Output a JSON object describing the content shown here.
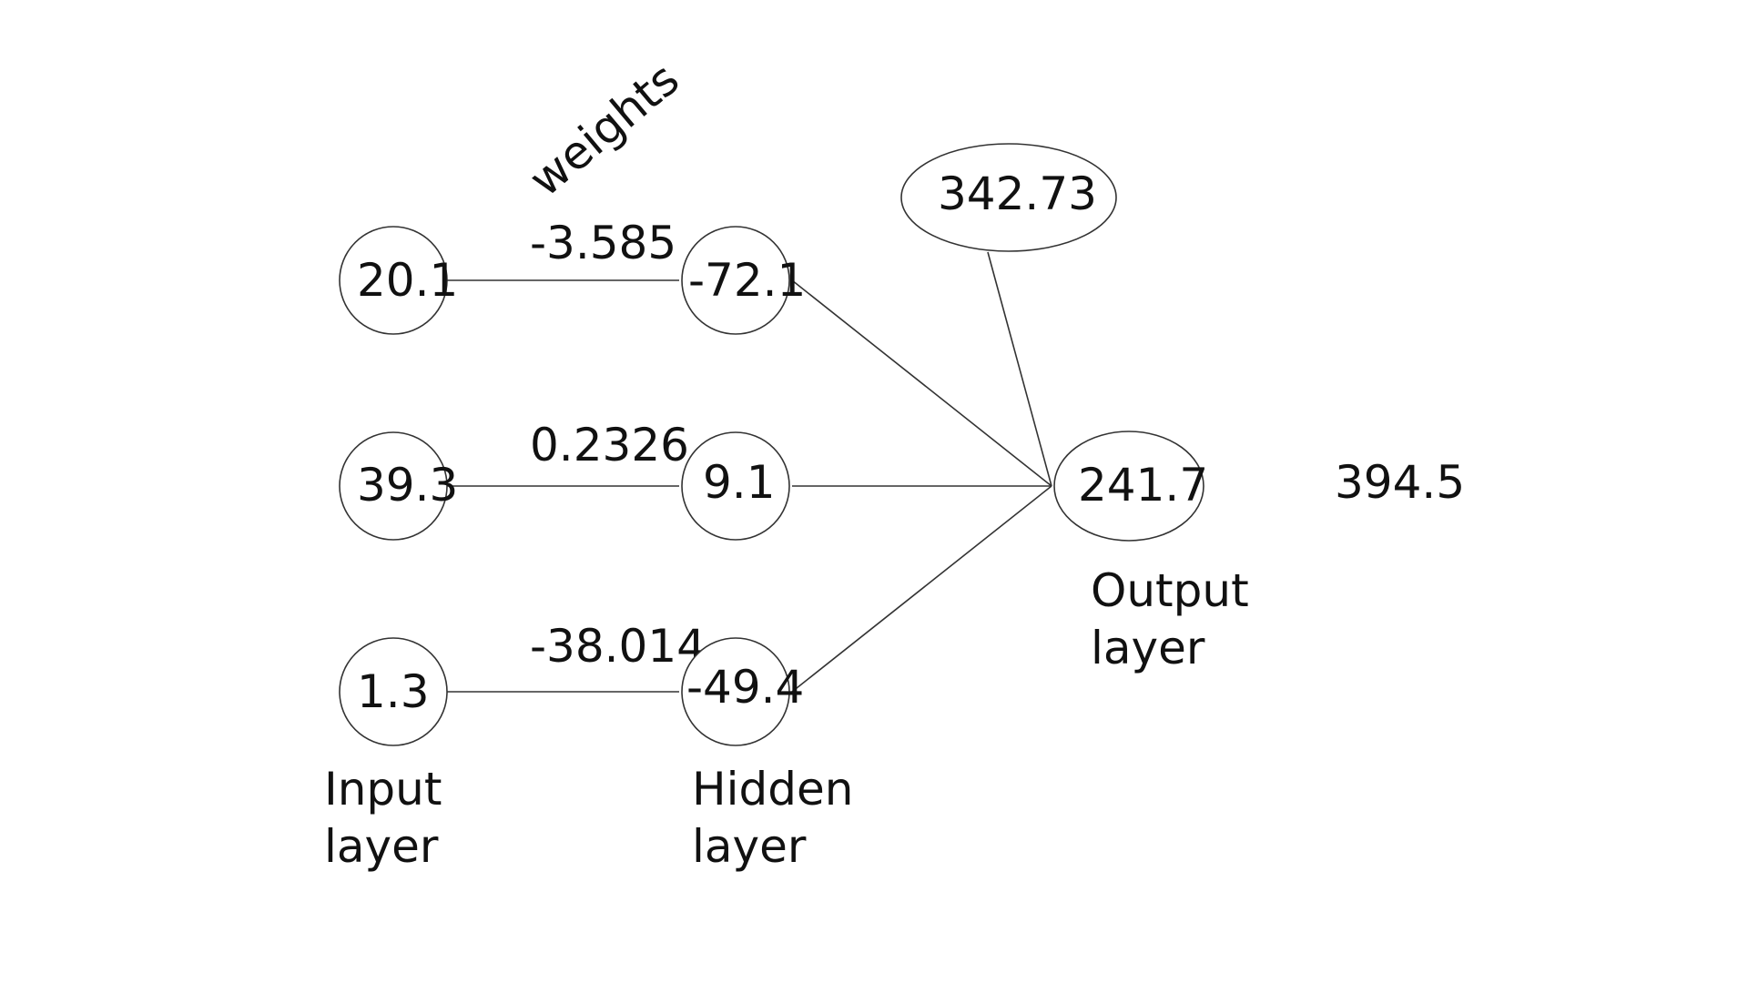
{
  "weights_label": "weights",
  "input_layer": {
    "label_line1": "Input",
    "label_line2": "layer",
    "nodes": [
      "20.1",
      "39.3",
      "1.3"
    ]
  },
  "hidden_layer": {
    "label_line1": "Hidden",
    "label_line2": "layer",
    "nodes": [
      "-72.1",
      "9.1",
      "-49.4"
    ]
  },
  "output_layer": {
    "label_line1": "Output",
    "label_line2": "layer",
    "node": "241.7"
  },
  "bias_node": "342.73",
  "result_value": "394.5",
  "weights": [
    "-3.585",
    "0.2326",
    "-38.014"
  ]
}
